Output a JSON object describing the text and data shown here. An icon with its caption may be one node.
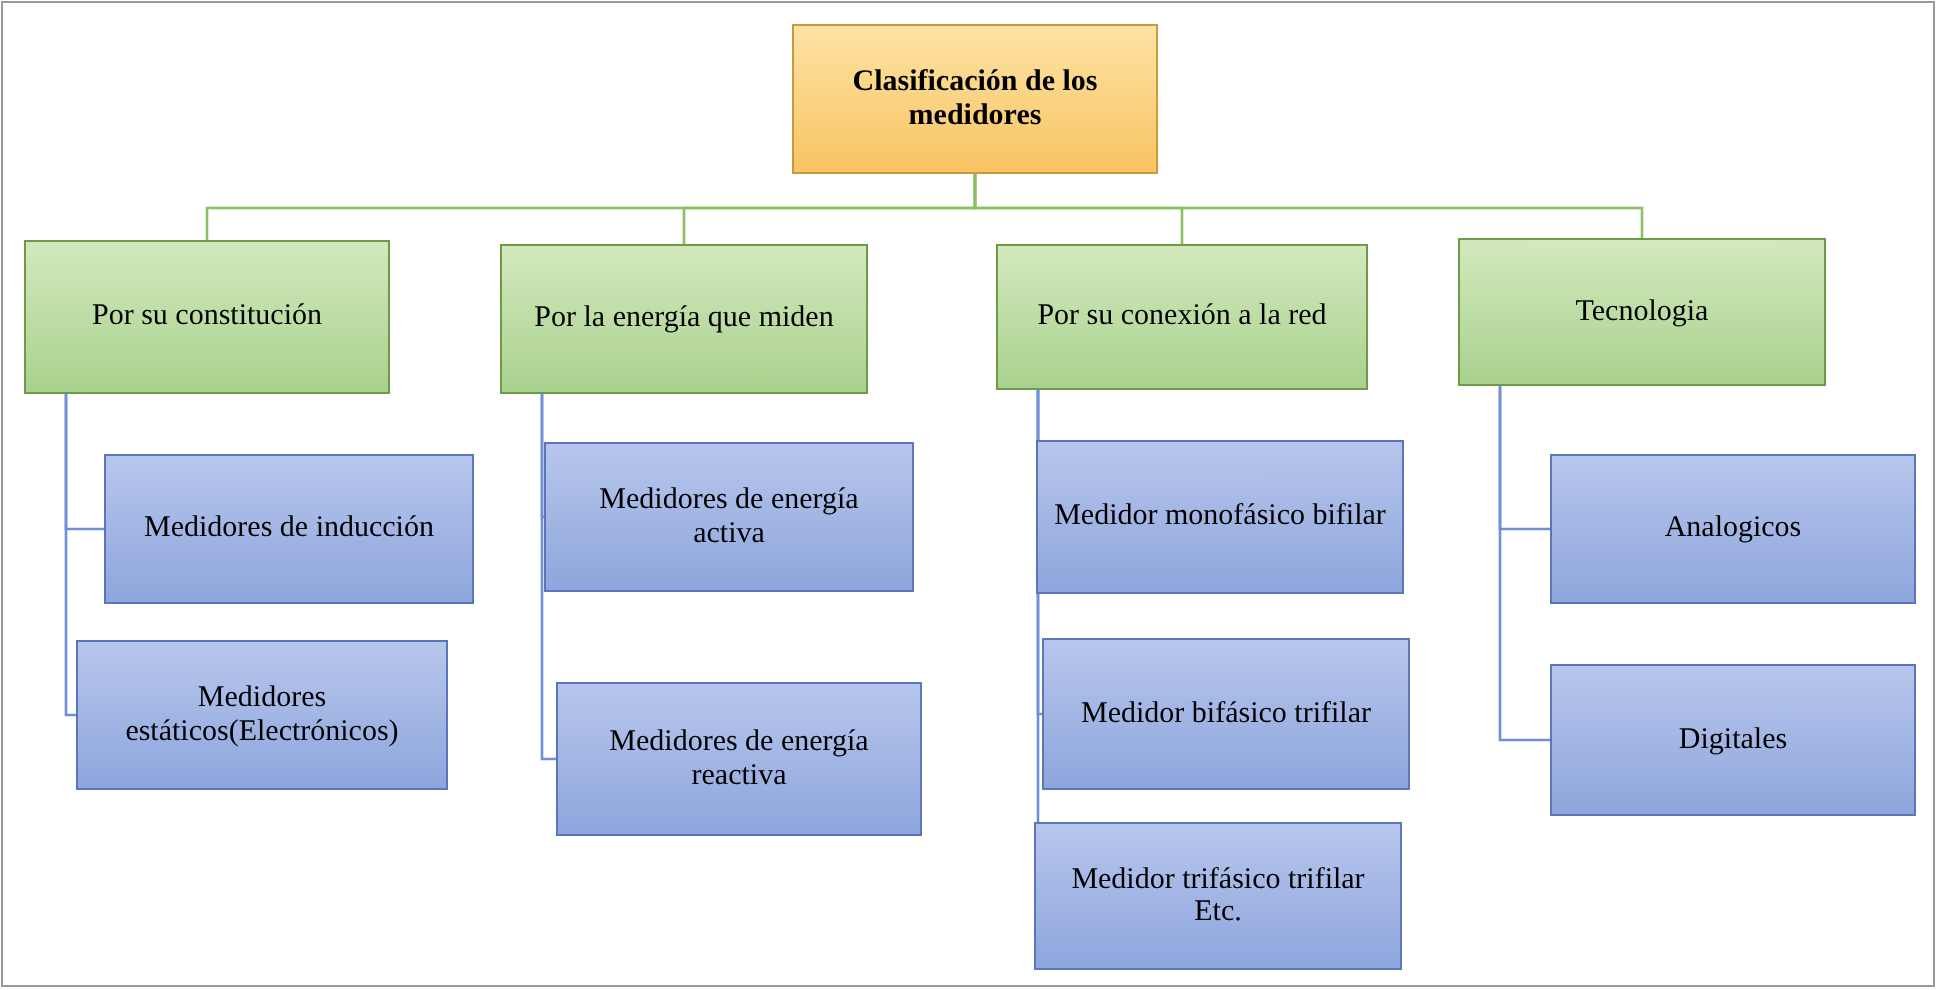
{
  "diagram": {
    "nodes": [
      {
        "text": [
          "Clasificación de los medidores"
        ]
      },
      {
        "text": [
          "Por su constitución"
        ]
      },
      {
        "text": [
          "Por la energía que miden"
        ]
      },
      {
        "text": [
          "Por su conexión a la red"
        ]
      },
      {
        "text": [
          "Tecnologia"
        ]
      },
      {
        "text": [
          "Medidores de inducción"
        ]
      },
      {
        "text": [
          "Medidores estáticos(Electrónicos)"
        ]
      },
      {
        "text": [
          "Medidores de energía activa"
        ]
      },
      {
        "text": [
          "Medidores de energía reactiva"
        ]
      },
      {
        "text": [
          "Medidor monofásico bifilar"
        ]
      },
      {
        "text": [
          "Medidor bifásico trifilar"
        ]
      },
      {
        "text": [
          "Medidor trifásico trifilar Etc."
        ]
      },
      {
        "text": [
          "Analogicos"
        ]
      },
      {
        "text": [
          "Digitales"
        ]
      }
    ],
    "edges": [
      {
        "from": 0,
        "to": 1,
        "arrow": "none",
        "color": "#8cc063"
      },
      {
        "from": 0,
        "to": 2,
        "arrow": "none",
        "color": "#8cc063"
      },
      {
        "from": 0,
        "to": 3,
        "arrow": "none",
        "color": "#8cc063"
      },
      {
        "from": 0,
        "to": 4,
        "arrow": "none",
        "color": "#8cc063"
      },
      {
        "from": 1,
        "to": 5,
        "arrow": "none"
      },
      {
        "from": 1,
        "to": 6,
        "arrow": "none"
      },
      {
        "from": 2,
        "to": 7,
        "arrow": "none"
      },
      {
        "from": 2,
        "to": 8,
        "arrow": "none"
      },
      {
        "from": 3,
        "to": 9,
        "arrow": "none"
      },
      {
        "from": 3,
        "to": 10,
        "arrow": "none"
      },
      {
        "from": 3,
        "to": 11,
        "arrow": "none"
      },
      {
        "from": 4,
        "to": 12,
        "arrow": "none"
      },
      {
        "from": 4,
        "to": 13,
        "arrow": "none"
      }
    ]
  }
}
